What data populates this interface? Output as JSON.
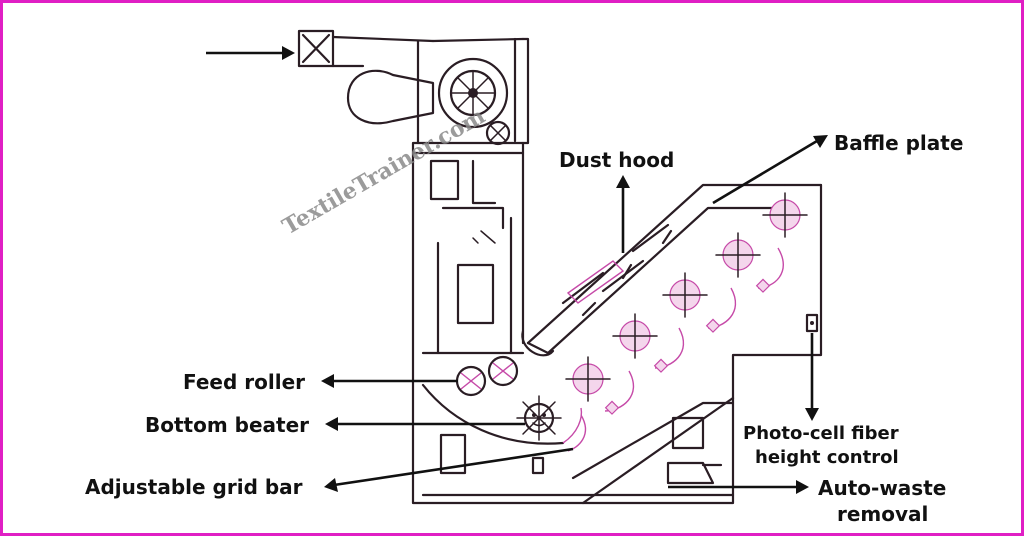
{
  "watermark": "TextileTrainer.com",
  "labels": {
    "dust_hood": "Dust hood",
    "baffle_plate": "Baffle plate",
    "feed_roller": "Feed roller",
    "bottom_beater": "Bottom beater",
    "adjustable_grid_bar": "Adjustable grid bar",
    "photo_cell_line1": "Photo-cell fiber",
    "photo_cell_line2": "height control",
    "auto_waste_line1": "Auto-waste",
    "auto_waste_line2": "removal"
  },
  "colors": {
    "frame_border": "#e01fc4",
    "machine_ink": "#2a1d24",
    "pink_tint": "#c64aa8",
    "label_text": "#111111"
  }
}
